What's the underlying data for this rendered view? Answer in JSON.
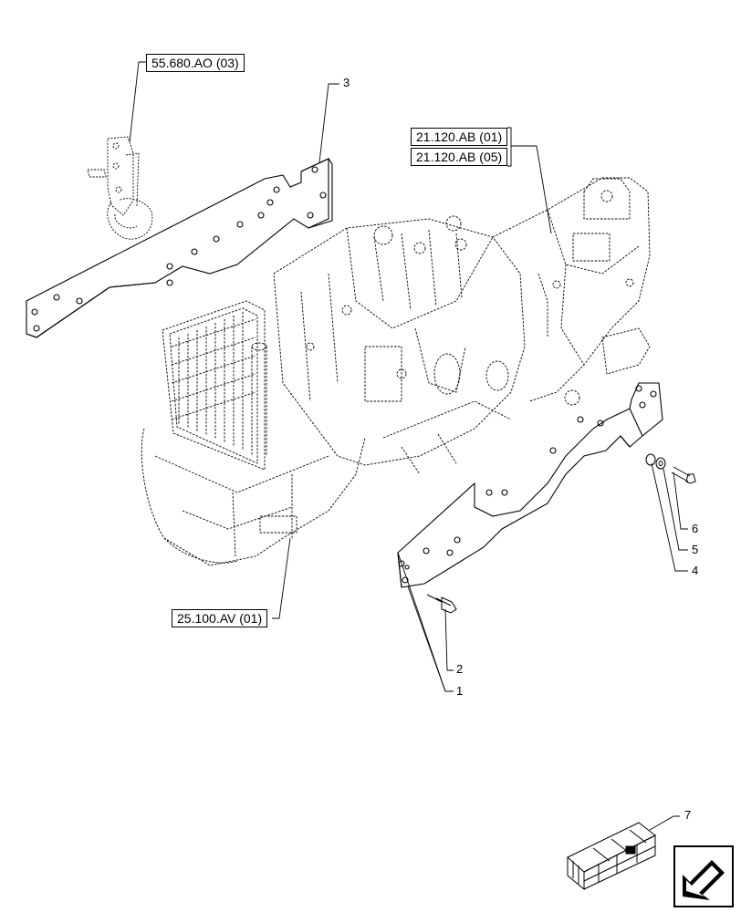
{
  "references": {
    "ref_55680": "55.680.AO (03)",
    "ref_21120_01": "21.120.AB (01)",
    "ref_21120_05": "21.120.AB (05)",
    "ref_25100": "25.100.AV (01)"
  },
  "callouts": {
    "c1": "1",
    "c2": "2",
    "c3": "3",
    "c4": "4",
    "c5": "5",
    "c6": "6",
    "c7": "7"
  },
  "navigation": {
    "icon": "next-page-arrow-icon"
  },
  "colors": {
    "line": "#000000",
    "background": "#ffffff"
  }
}
